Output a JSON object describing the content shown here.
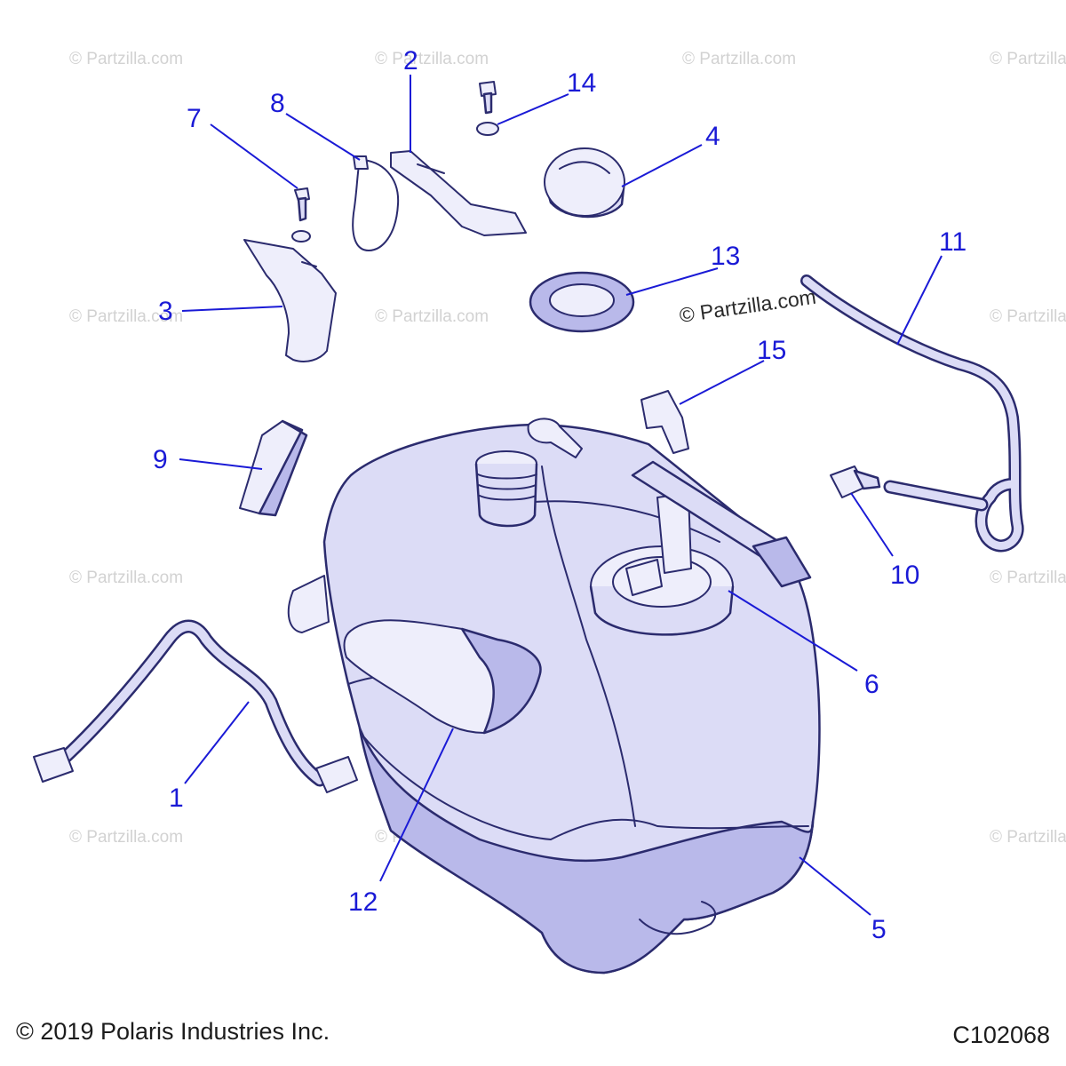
{
  "watermark": "© Partzilla.com",
  "callouts": [
    {
      "id": "1",
      "label": "1"
    },
    {
      "id": "2",
      "label": "2"
    },
    {
      "id": "3",
      "label": "3"
    },
    {
      "id": "4",
      "label": "4"
    },
    {
      "id": "5",
      "label": "5"
    },
    {
      "id": "6",
      "label": "6"
    },
    {
      "id": "7",
      "label": "7"
    },
    {
      "id": "8",
      "label": "8"
    },
    {
      "id": "9",
      "label": "9"
    },
    {
      "id": "10",
      "label": "10"
    },
    {
      "id": "11",
      "label": "11"
    },
    {
      "id": "12",
      "label": "12"
    },
    {
      "id": "13",
      "label": "13"
    },
    {
      "id": "14",
      "label": "14"
    },
    {
      "id": "15",
      "label": "15"
    }
  ],
  "footer": {
    "copyright": "© 2019 Polaris Industries Inc.",
    "diagram_code": "C102068"
  },
  "colors": {
    "callout": "#1a1ad6",
    "part_fill": "#dcdcf6",
    "part_outline": "#2b2b6e"
  }
}
